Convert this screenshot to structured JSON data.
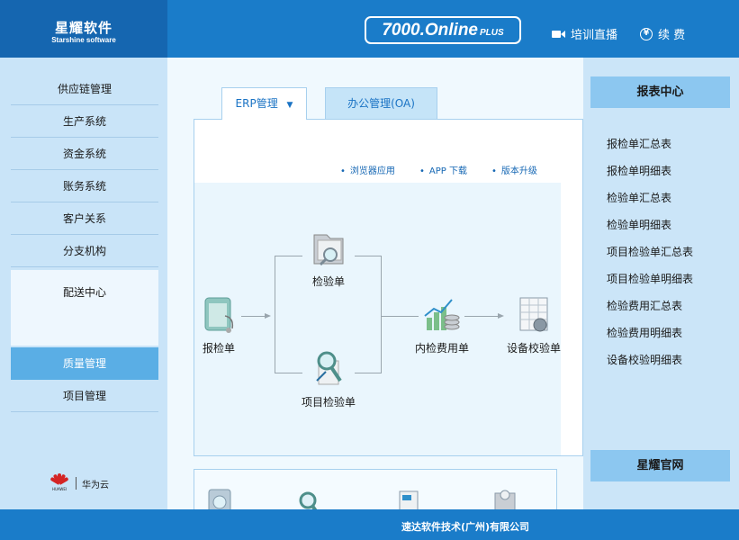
{
  "header": {
    "logo_title": "星耀软件",
    "logo_subtitle": "Starshine software",
    "product_name": "7000.Online",
    "product_suffix": "PLUS",
    "training_live": "培训直播",
    "renew": "续 费"
  },
  "sidebar": {
    "items": [
      {
        "label": "供应链管理"
      },
      {
        "label": "生产系统"
      },
      {
        "label": "资金系统"
      },
      {
        "label": "账务系统"
      },
      {
        "label": "客户关系"
      },
      {
        "label": "分支机构"
      },
      {
        "label": "配送中心"
      },
      {
        "label": "质量管理"
      },
      {
        "label": "项目管理"
      }
    ],
    "active_item": "质量管理",
    "partner_label": "华为云",
    "partner_logo_text": "HUAWEI"
  },
  "tabs": [
    {
      "label": "ERP管理",
      "active": true
    },
    {
      "label": "办公管理(OA)",
      "active": false
    }
  ],
  "sub_links": [
    "浏览器应用",
    "APP 下载",
    "版本升级"
  ],
  "flow": {
    "nodes": [
      {
        "label": "报检单",
        "icon": "clipboard-icon"
      },
      {
        "label": "检验单",
        "icon": "folder-magnifier-icon"
      },
      {
        "label": "项目检验单",
        "icon": "magnifier-pen-icon"
      },
      {
        "label": "内检费用单",
        "icon": "coins-chart-icon"
      },
      {
        "label": "设备校验单",
        "icon": "spreadsheet-icon"
      }
    ]
  },
  "report_center": {
    "title": "报表中心",
    "links": [
      "报检单汇总表",
      "报检单明细表",
      "检验单汇总表",
      "检验单明细表",
      "项目检验单汇总表",
      "项目检验单明细表",
      "检验费用汇总表",
      "检验费用明细表",
      "设备校验明细表"
    ],
    "official_site": "星耀官网"
  },
  "footer": {
    "company": "速达软件技术(广州)有限公司"
  },
  "colors": {
    "header_blue": "#1a7cc9",
    "logo_blue": "#1566b0",
    "sidebar_bg": "#c9e4f8",
    "active_item": "#5aaee5",
    "link_blue": "#1567b4"
  }
}
